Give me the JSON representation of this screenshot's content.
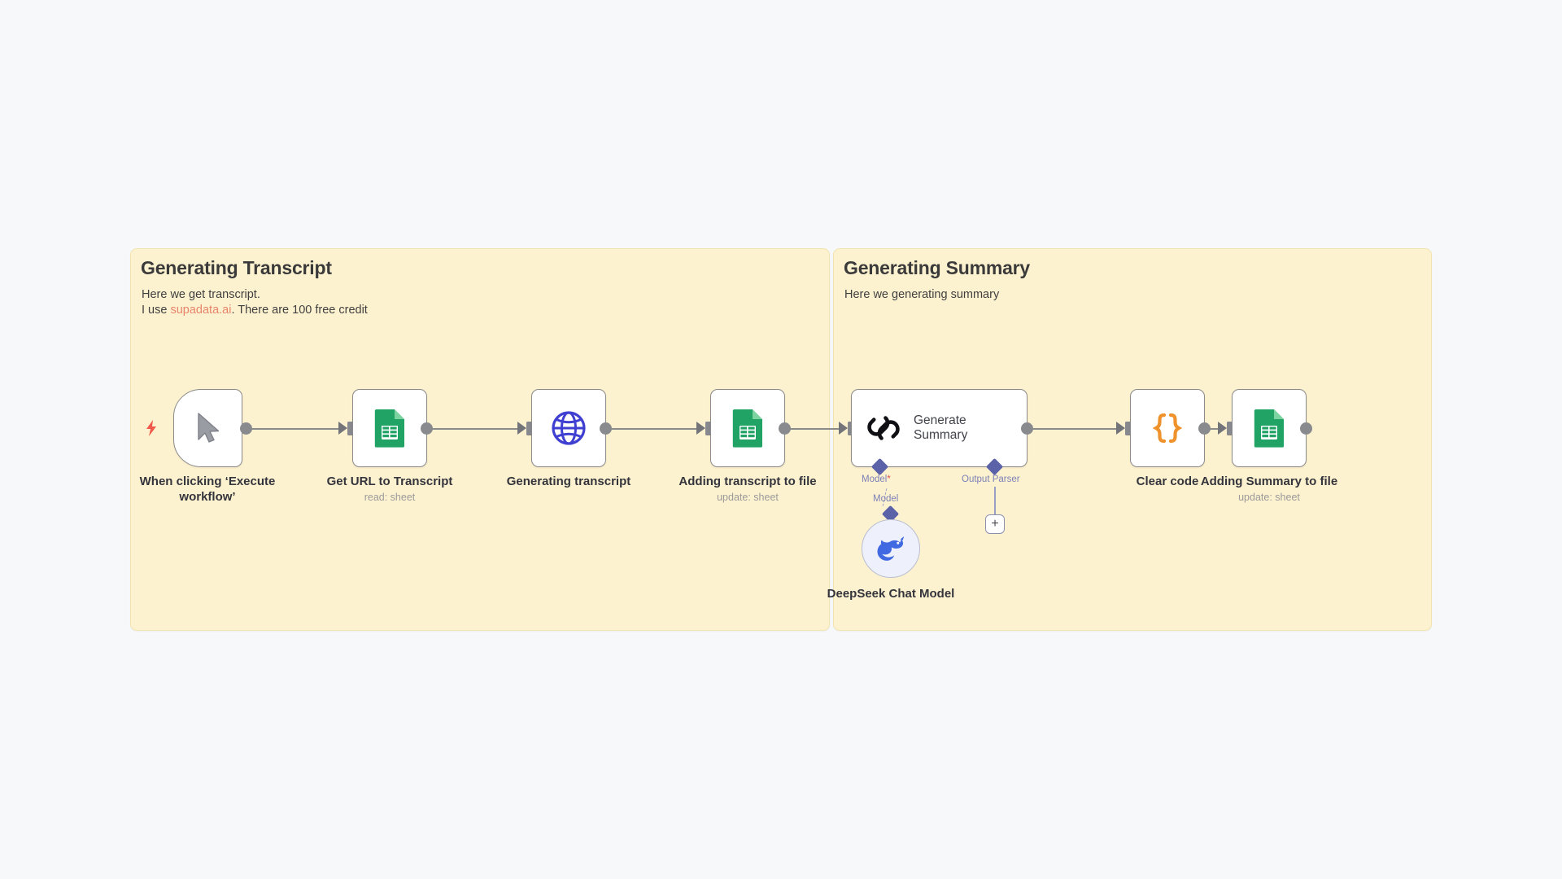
{
  "canvas": {
    "background_color": "#f7f8fa"
  },
  "sticky_notes": [
    {
      "id": "sticky-generating-transcript",
      "title": "Generating Transcript",
      "body_line_1": "Here we get transcript.",
      "body_line_2_prefix": "I use ",
      "body_link": "supadata.ai",
      "body_line_2_suffix": ". There are 100 free credit",
      "background_color": "#fdf2d0"
    },
    {
      "id": "sticky-generating-summary",
      "title": "Generating Summary",
      "body_line_1": "Here we generating summary",
      "background_color": "#fdf2d0"
    }
  ],
  "nodes": [
    {
      "id": "node-manual-trigger",
      "caption": "When clicking ‘Execute workflow’",
      "subcaption": "",
      "icon": "cursor-pointer-icon",
      "shape": "trigger",
      "accent_color": "#8a8c93"
    },
    {
      "id": "node-get-url-to-transcript",
      "caption": "Get URL to Transcript",
      "subcaption": "read: sheet",
      "icon": "google-sheets-icon",
      "shape": "square",
      "accent_color": "#23a55a"
    },
    {
      "id": "node-generating-transcript",
      "caption": "Generating transcript",
      "subcaption": "",
      "icon": "globe-icon",
      "shape": "square",
      "accent_color": "#3f3fd1"
    },
    {
      "id": "node-adding-transcript-to-file",
      "caption": "Adding transcript to file",
      "subcaption": "update: sheet",
      "icon": "google-sheets-icon",
      "shape": "square",
      "accent_color": "#23a55a"
    },
    {
      "id": "node-generate-summary",
      "caption": "",
      "inside_title": "Generate\nSummary",
      "subcaption": "",
      "icon": "chain-links-icon",
      "shape": "wide",
      "accent_color": "#101014"
    },
    {
      "id": "node-clear-code",
      "caption": "Clear code",
      "subcaption": "",
      "icon": "curly-braces-icon",
      "shape": "square",
      "accent_color": "#f0922b"
    },
    {
      "id": "node-adding-summary-to-file",
      "caption": "Adding Summary to file",
      "subcaption": "update: sheet",
      "icon": "google-sheets-icon",
      "shape": "square",
      "accent_color": "#23a55a"
    },
    {
      "id": "node-deepseek-chat-model",
      "caption": "DeepSeek Chat Model",
      "subcaption": "",
      "icon": "deepseek-whale-icon",
      "shape": "circle",
      "accent_color": "#4169e1"
    }
  ],
  "connectors": {
    "model_port_label": "Model",
    "model_port_required_marker": "*",
    "model_endpoint_label": "Model",
    "output_parser_label": "Output Parser",
    "add_output_parser_button": "+",
    "connector_color": "#5b62a8",
    "edge_color": "#8a8a8a"
  },
  "trigger_badge": {
    "icon": "lightning-bolt-icon",
    "color": "#f0594b"
  }
}
